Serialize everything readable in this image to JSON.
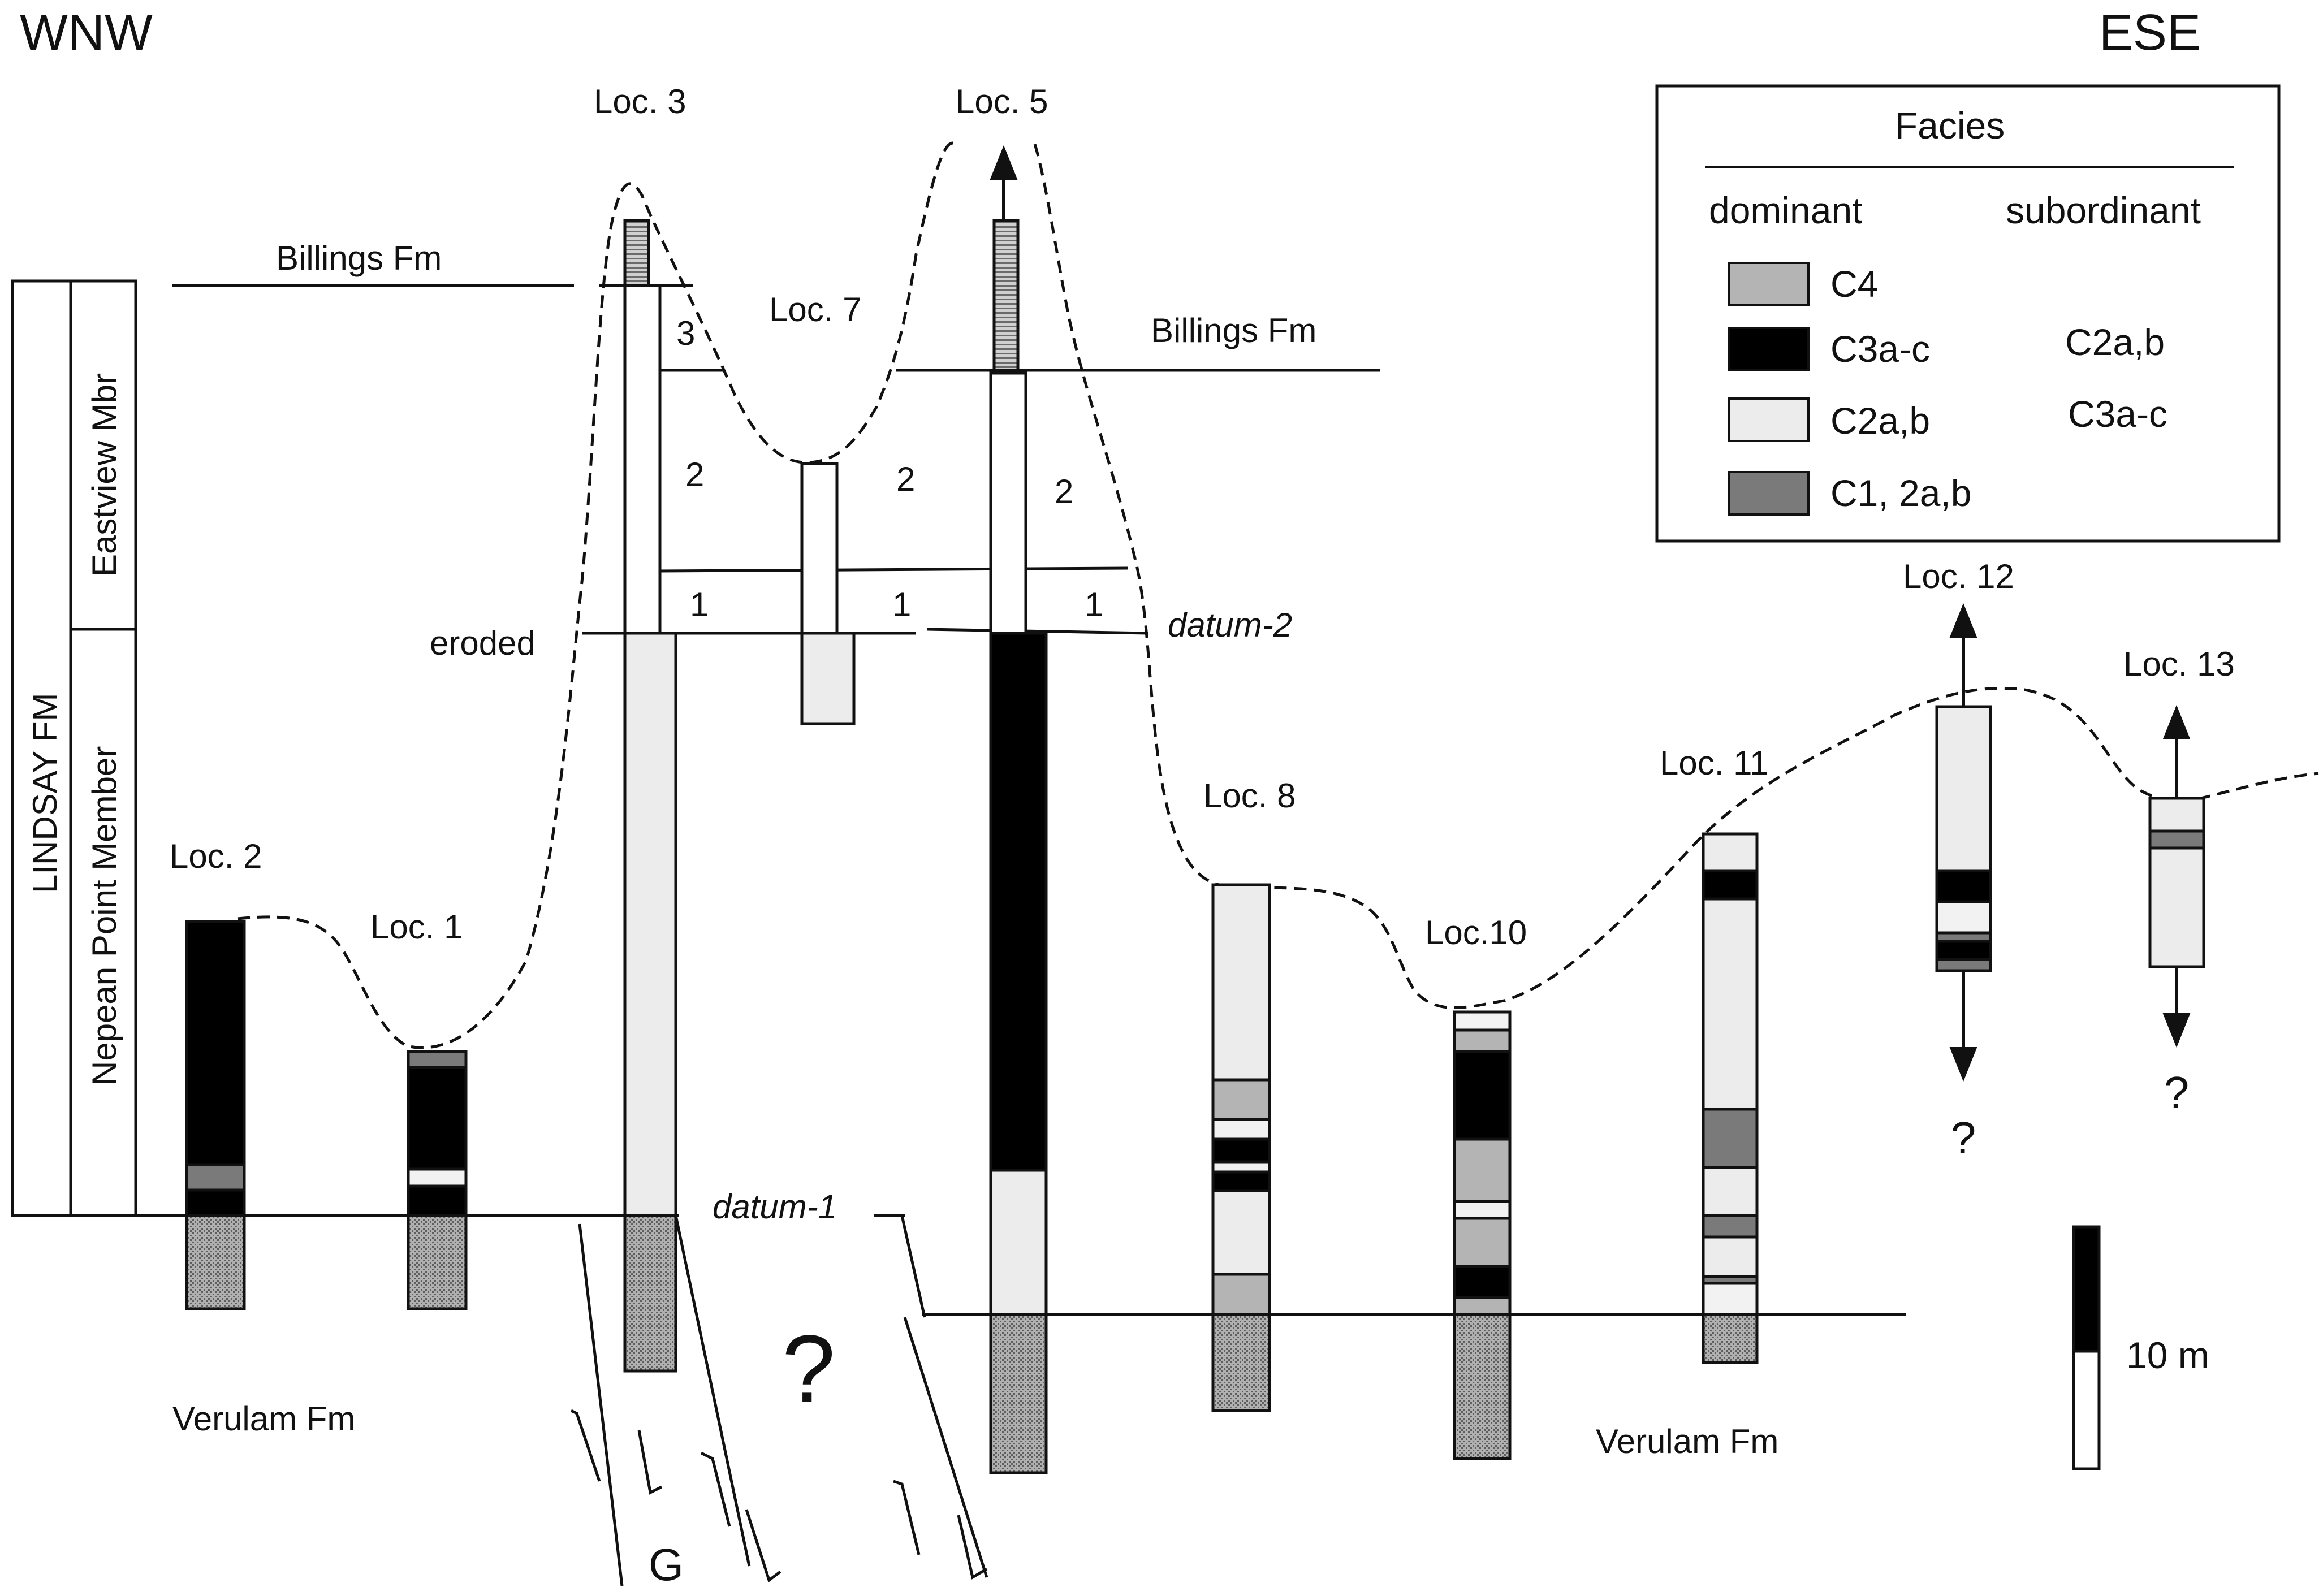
{
  "orientation": {
    "left": "WNW",
    "right": "ESE"
  },
  "units": {
    "formation": "LINDSAY FM",
    "member_upper": "Eastview Mbr",
    "member_lower": "Nepean Point Member",
    "billings_left": "Billings Fm",
    "billings_right": "Billings Fm",
    "verulam_left": "Verulam Fm",
    "verulam_right": "Verulam Fm"
  },
  "labels": {
    "eroded": "eroded",
    "datum_1": "datum-1",
    "datum_2": "datum-2",
    "fault_zone": "G",
    "big_question": "?",
    "q_loc12": "?",
    "q_loc13": "?",
    "sub_3": "3",
    "sub_2a": "2",
    "sub_2b": "2",
    "sub_2c": "2",
    "sub_1a": "1",
    "sub_1b": "1",
    "sub_1c": "1"
  },
  "locations": {
    "loc2": "Loc. 2",
    "loc1": "Loc. 1",
    "loc3": "Loc. 3",
    "loc7": "Loc. 7",
    "loc5": "Loc. 5",
    "loc8": "Loc. 8",
    "loc10": "Loc.10",
    "loc11": "Loc. 11",
    "loc12": "Loc. 12",
    "loc13": "Loc. 13"
  },
  "legend": {
    "title": "Facies",
    "col_dominant": "dominant",
    "col_subordinate": "subordinant",
    "rows": [
      {
        "dominant": "C4",
        "subordinate": ""
      },
      {
        "dominant": "C3a-c",
        "subordinate": "C2a,b"
      },
      {
        "dominant": "C2a,b",
        "subordinate": "C3a-c"
      },
      {
        "dominant": "C1, 2a,b",
        "subordinate": ""
      }
    ]
  },
  "colors": {
    "C4": "#b4b4b4",
    "C3": "#000000",
    "C2": "#ececec",
    "C1": "#7a7a7a",
    "verulam_pattern": "#8c8c8c",
    "billings_pattern": "#777777"
  },
  "scale": {
    "label": "10 m"
  }
}
